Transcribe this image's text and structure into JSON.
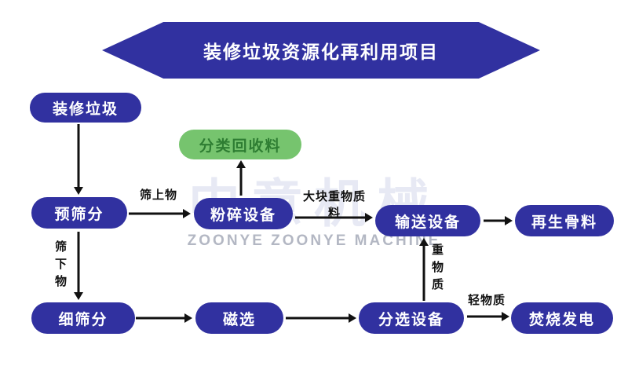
{
  "banner": {
    "title": "装修垃圾资源化再利用项目"
  },
  "nodes": [
    {
      "id": "decoration-waste",
      "label": "装修垃圾"
    },
    {
      "id": "classified-recycled",
      "label": "分类回收料"
    },
    {
      "id": "pre-screening",
      "label": "预筛分"
    },
    {
      "id": "crushing-equipment",
      "label": "粉碎设备"
    },
    {
      "id": "conveying-equipment",
      "label": "输送设备"
    },
    {
      "id": "recycled-aggregate",
      "label": "再生骨料"
    },
    {
      "id": "fine-screening",
      "label": "细筛分"
    },
    {
      "id": "magnetic-separation",
      "label": "磁选"
    },
    {
      "id": "sorting-equipment",
      "label": "分选设备"
    },
    {
      "id": "incineration-power",
      "label": "焚烧发电"
    }
  ],
  "edges": {
    "oversize": "筛上物",
    "bulk_heavy": "大块重物质料",
    "undersize": "筛下物",
    "heavy": "重物质",
    "light": "轻物质"
  },
  "watermark": {
    "cn": "中意机械",
    "en": "ZOONYE ZOONYE MACHINE"
  },
  "colors": {
    "banner": "#3131a0",
    "node": "#3131a0",
    "green": "#76c46e",
    "greentext": "#2e7d32",
    "arrow": "#111111"
  }
}
